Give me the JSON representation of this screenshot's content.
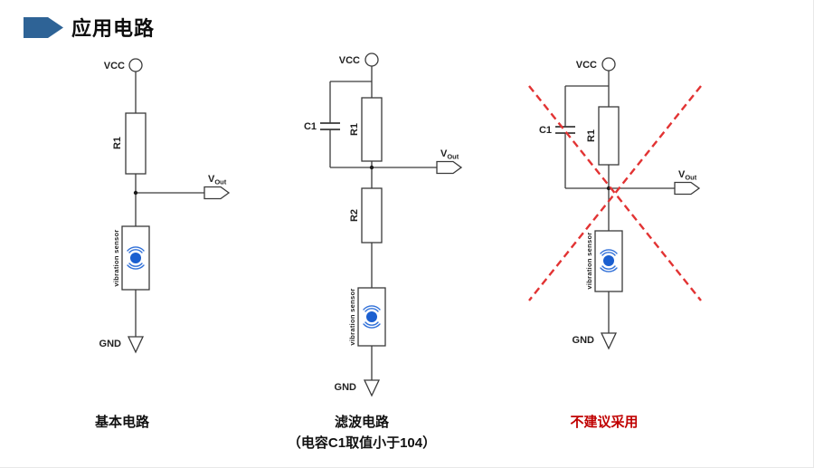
{
  "header": {
    "title": "应用电路"
  },
  "colors": {
    "title_arrow": "#2e6396",
    "wire": "#3a3a3a",
    "sensor_blue": "#1b5fd0",
    "cross_red": "#e23333",
    "caption_red": "#c00000"
  },
  "circuits": {
    "basic": {
      "vcc": "VCC",
      "r1": "R1",
      "vout_v": "V",
      "vout_sub": "Out",
      "sensor": "vibration sensor",
      "gnd": "GND",
      "caption": "基本电路"
    },
    "filter": {
      "vcc": "VCC",
      "c1": "C1",
      "r1": "R1",
      "r2": "R2",
      "vout_v": "V",
      "vout_sub": "Out",
      "sensor": "vibration sensor",
      "gnd": "GND",
      "caption": "滤波电路",
      "caption_note": "（电容C1取值小于104）"
    },
    "not_recommended": {
      "vcc": "VCC",
      "c1": "C1",
      "r1": "R1",
      "vout_v": "V",
      "vout_sub": "Out",
      "sensor": "vibration sensor",
      "gnd": "GND",
      "caption": "不建议采用"
    }
  }
}
